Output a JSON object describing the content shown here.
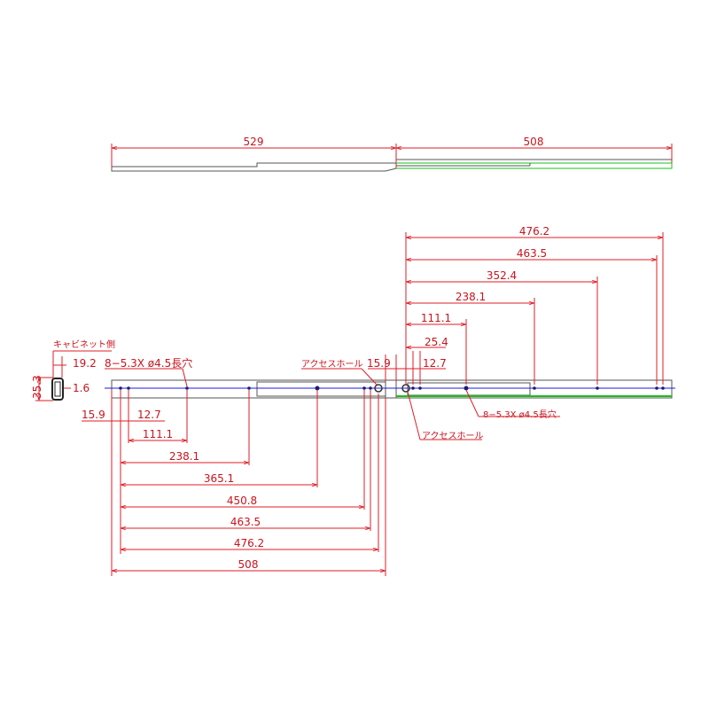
{
  "top_view": {
    "dim_left": "529",
    "dim_right": "508"
  },
  "side_view": {
    "cabinet_label": "キャビネット側",
    "dim_19_2": "19.2",
    "dim_35_3": "35.3",
    "dim_1_6": "1.6",
    "slot_note_left": "8−5.3X ø4.5長穴",
    "access_hole_left": "アクセスホール",
    "dim_15_9_right": "15.9",
    "dim_12_7_right": "12.7",
    "dim_25_4": "25.4",
    "slot_note_right": "8−5.3X ø4.5長穴",
    "access_hole_right": "アクセスホール"
  },
  "dims_right": [
    "476.2",
    "463.5",
    "352.4",
    "238.1",
    "111.1"
  ],
  "dims_left": {
    "d15_9": "15.9",
    "d12_7": "12.7",
    "rows": [
      "111.1",
      "238.1",
      "365.1",
      "450.8",
      "463.5",
      "476.2",
      "508"
    ]
  }
}
